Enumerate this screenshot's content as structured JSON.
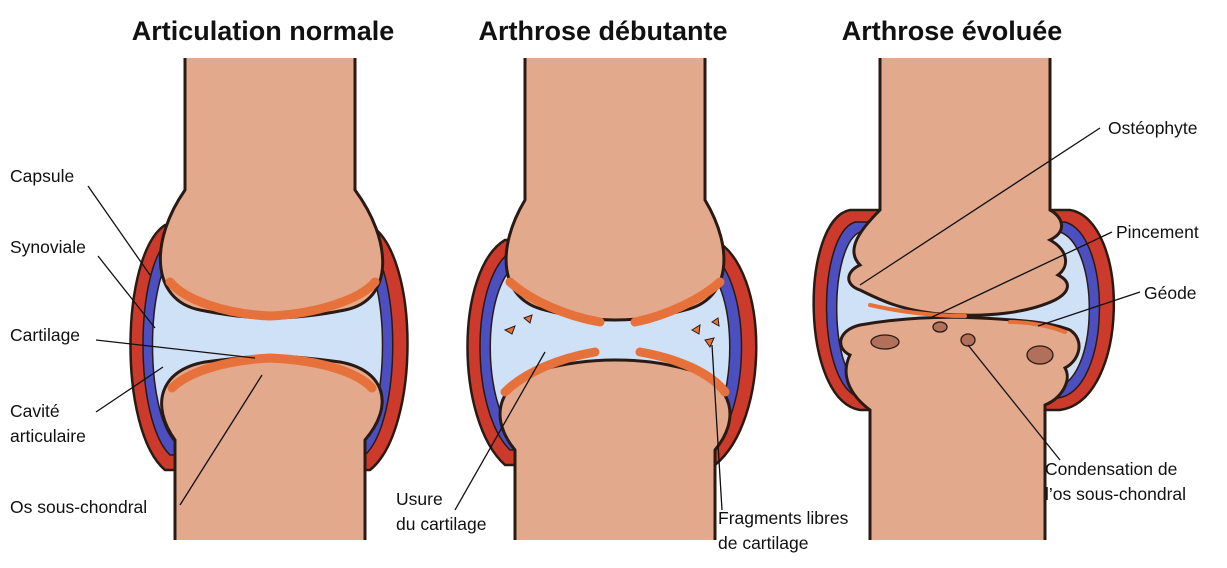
{
  "panels": [
    {
      "title": "Articulation normale",
      "labels": {
        "capsule": "Capsule",
        "synoviale": "Synoviale",
        "cartilage": "Cartilage",
        "cavite_1": "Cavité",
        "cavite_2": "articulaire",
        "os": "Os sous-chondral"
      }
    },
    {
      "title": "Arthrose débutante",
      "labels": {
        "usure_1": "Usure",
        "usure_2": "du cartilage",
        "fragments_1": "Fragments libres",
        "fragments_2": "de cartilage"
      }
    },
    {
      "title": "Arthrose évoluée",
      "labels": {
        "osteophyte": "Ostéophyte",
        "pincement": "Pincement",
        "geode": "Géode",
        "condensation_1": "Condensation de",
        "condensation_2": "l’os sous-chondral"
      }
    }
  ],
  "colors": {
    "bone": "#e2a98d",
    "capsule": "#cc3a2c",
    "synovial": "#4b4fc0",
    "cavity": "#cfe1f7",
    "cartilage": "#e7713a"
  }
}
